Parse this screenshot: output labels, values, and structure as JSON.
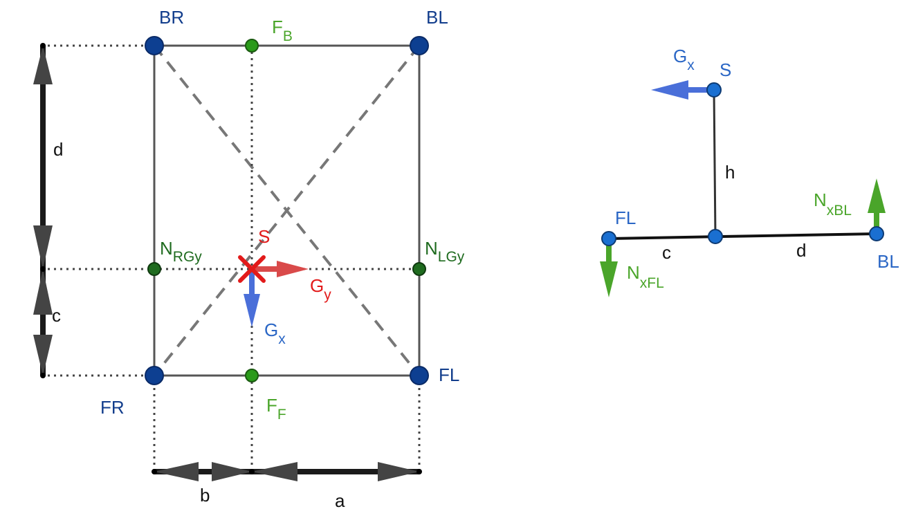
{
  "colors": {
    "vertex": "#0d3f91",
    "point": "#1a6fd1",
    "green_point": "#2a9a1a",
    "dark_green": "#1f6b1f",
    "text_navy": "#123d8c",
    "text_blue": "#2a66c5",
    "green": "#4aa52a",
    "red": "#e21a1a",
    "red_arrow": "#d94a4a",
    "blue_arrow": "#4a6fd9",
    "black": "#1a1a1a",
    "gray": "#777777",
    "frame": "#555555"
  },
  "top_view": {
    "corners": {
      "br": "BR",
      "bl": "BL",
      "fr": "FR",
      "fl": "FL"
    },
    "centre_label": "S",
    "f_b": {
      "main": "F",
      "sub": "B"
    },
    "f_f": {
      "main": "F",
      "sub": "F"
    },
    "n_rgy": {
      "main": "N",
      "sub": "RGy"
    },
    "n_lgy": {
      "main": "N",
      "sub": "LGy"
    },
    "g_y": {
      "main": "G",
      "sub": "y"
    },
    "g_x": {
      "main": "G",
      "sub": "x"
    },
    "dim_d": "d",
    "dim_c": "c",
    "dim_b": "b",
    "dim_a": "a"
  },
  "side_view": {
    "g_x": {
      "main": "G",
      "sub": "x"
    },
    "s": "S",
    "h": "h",
    "fl": "FL",
    "bl": "BL",
    "c": "c",
    "d": "d",
    "n_xbl": {
      "main": "N",
      "sub": "xBL"
    },
    "n_xfl": {
      "main": "N",
      "sub": "xFL"
    }
  }
}
